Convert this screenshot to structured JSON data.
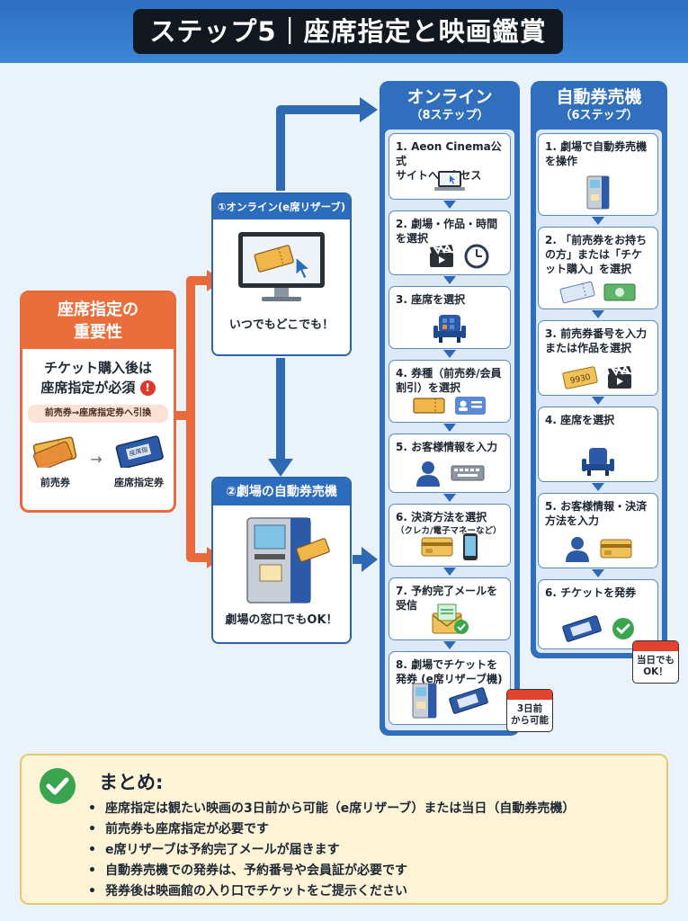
{
  "title": "ステップ5｜座席指定と映画鑑賞",
  "importance": {
    "header": [
      "座席指定の",
      "重要性"
    ],
    "lines": [
      "チケット購入後は",
      "座席指定が必須"
    ],
    "note": "前売券→座席指定券へ引換",
    "ticket_left": "前売券",
    "ticket_right": "座席指定券",
    "ticket_right_stamp": "座席指"
  },
  "online_method": {
    "header": "①オンライン(e席リザーブ)",
    "caption": "いつでもどこでも！"
  },
  "kiosk_method": {
    "header": "②劇場の自動券売機",
    "caption": "劇場の窓口でもOK！"
  },
  "online_flow": {
    "title": "オンライン",
    "subtitle": "（8ステップ）",
    "steps": [
      [
        "1. Aeon Cinema公式",
        "サイトへアクセス"
      ],
      [
        "2. 劇場・作品・時間",
        "を選択"
      ],
      [
        "3. 座席を選択"
      ],
      [
        "4. 券種（前売券/会員",
        "割引）を選択"
      ],
      [
        "5. お客様情報を入力"
      ],
      [
        "6. 決済方法を選択",
        "（クレカ/電子マネーなど）"
      ],
      [
        "7. 予約完了メールを受信"
      ],
      [
        "8. 劇場でチケットを",
        "発券 (e席リザーブ機)"
      ]
    ],
    "badge": [
      "3日前",
      "から可能"
    ]
  },
  "kiosk_flow": {
    "title": "自動券売機",
    "subtitle": "（6ステップ）",
    "steps": [
      [
        "1. 劇場で自動券売機",
        "を操作"
      ],
      [
        "2. 「前売券をお持ち",
        "の方」または「チケ",
        "ット購入」を選択"
      ],
      [
        "3. 前売券番号を入力",
        "または作品を選択"
      ],
      [
        "4. 座席を選択"
      ],
      [
        "5. お客様情報・決済",
        "方法を入力"
      ],
      [
        "6. チケットを発券"
      ]
    ],
    "badge": [
      "当日でも",
      "OK！"
    ],
    "ticket_number": "9930"
  },
  "summary": {
    "title": "まとめ:",
    "items": [
      "座席指定は観たい映画の3日前から可能（e席リザーブ）または当日（自動券売機）",
      "前売券も座席指定が必要です",
      "e席リザーブは予約完了メールが届きます",
      "自動券売機での発券は、予約番号や会員証が必要です",
      "発券後は映画館の入り口でチケットをご提示ください"
    ]
  },
  "colors": {
    "blue": "#2f6fbd",
    "orange": "#e8693a",
    "cream": "#fdf4d8",
    "green": "#3aa54f"
  }
}
